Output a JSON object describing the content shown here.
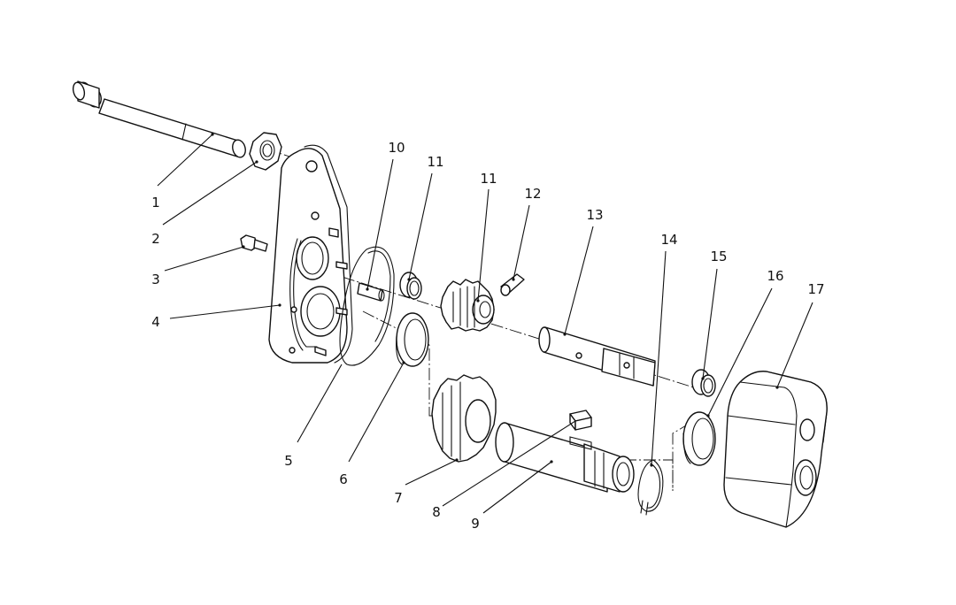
{
  "callouts": [
    {
      "id": "1",
      "text": "1"
    },
    {
      "id": "2",
      "text": "2"
    },
    {
      "id": "3",
      "text": "3"
    },
    {
      "id": "4",
      "text": "4"
    },
    {
      "id": "5",
      "text": "5"
    },
    {
      "id": "6",
      "text": "6"
    },
    {
      "id": "7",
      "text": "7"
    },
    {
      "id": "8",
      "text": "8"
    },
    {
      "id": "9",
      "text": "9"
    },
    {
      "id": "10",
      "text": "10"
    },
    {
      "id": "11a",
      "text": "11"
    },
    {
      "id": "11b",
      "text": "11"
    },
    {
      "id": "12",
      "text": "12"
    },
    {
      "id": "13",
      "text": "13"
    },
    {
      "id": "14",
      "text": "14"
    },
    {
      "id": "15",
      "text": "15"
    },
    {
      "id": "16",
      "text": "16"
    },
    {
      "id": "17",
      "text": "17"
    }
  ],
  "colors": {
    "line": "#111111",
    "background": "#ffffff"
  }
}
